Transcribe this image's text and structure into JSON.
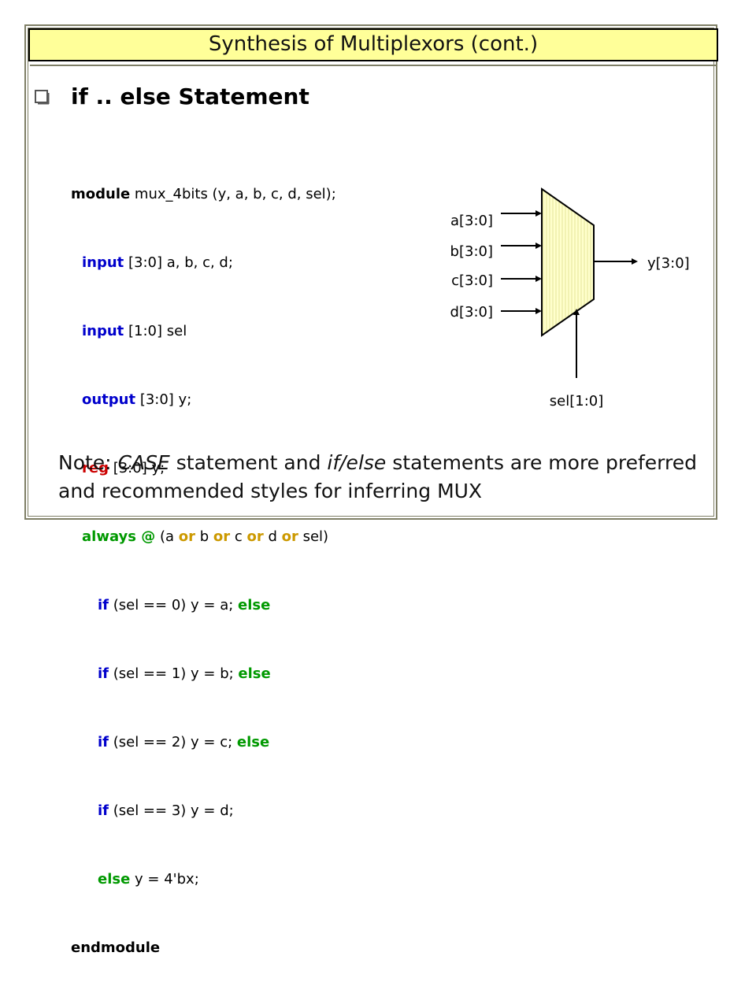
{
  "slide": {
    "title": "Synthesis of Multiplexors (cont.)",
    "heading": "if .. else Statement"
  },
  "code": {
    "l1": {
      "k": "module",
      "t": " mux_4bits (y, a, b, c, d, sel);"
    },
    "l2": {
      "k": "input",
      "t": " [3:0] a, b, c, d;"
    },
    "l3": {
      "k": "input",
      "t": " [1:0] sel"
    },
    "l4": {
      "k": "output",
      "t": " [3:0] y;"
    },
    "l5": {
      "k": "reg",
      "t": " [3:0] y;"
    },
    "l6": {
      "k": "always",
      "at": " @",
      "p1": " (a ",
      "or1": "or",
      "p2": " b ",
      "or2": "or",
      "p3": " c ",
      "or3": "or",
      "p4": " d ",
      "or4": "or",
      "p5": " sel)"
    },
    "l7": {
      "k": "if",
      "t": " (sel == 0) y = a; ",
      "e": "else"
    },
    "l8": {
      "k": "if",
      "t": " (sel == 1) y = b; ",
      "e": "else"
    },
    "l9": {
      "k": "if",
      "t": " (sel == 2) y = c; ",
      "e": "else"
    },
    "l10": {
      "k": "if",
      "t": " (sel == 3) y = d;"
    },
    "l11": {
      "k": "else",
      "t": " y = 4'bx;"
    },
    "l12": {
      "k": "endmodule"
    }
  },
  "diagram": {
    "inputs": [
      "a[3:0]",
      "b[3:0]",
      "c[3:0]",
      "d[3:0]"
    ],
    "output": "y[3:0]",
    "select": "sel[1:0]"
  },
  "note": {
    "p1": "Note: ",
    "case": "CASE",
    "p2": " statement and ",
    "ifelse": "if/else",
    "p3": " statements are more preferred and recommended styles for inferring MUX"
  },
  "colors": {
    "title_bg": "#ffff99",
    "keyword_blue": "#0000cc",
    "keyword_green": "#009900",
    "keyword_orange": "#cc9900",
    "mux_fill": "#ffffcc"
  }
}
